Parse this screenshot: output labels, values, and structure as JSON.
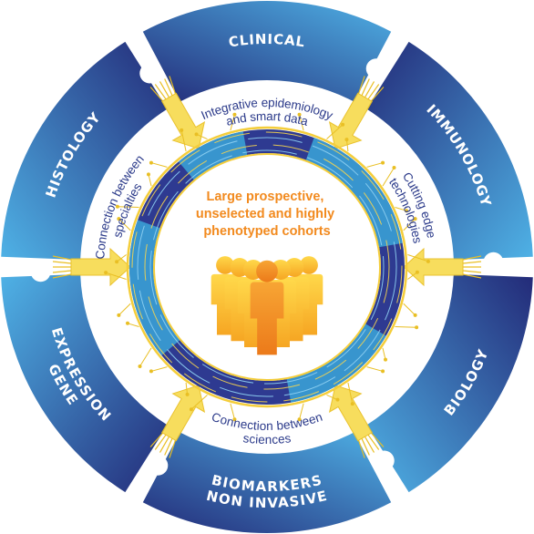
{
  "center": {
    "title_lines": [
      "Large prospective,",
      "unselected and highly",
      "phenotyped cohorts"
    ]
  },
  "segments": [
    {
      "label_lines": [
        "CLINICAL"
      ]
    },
    {
      "label_lines": [
        "IMMUNOLOGY"
      ]
    },
    {
      "label_lines": [
        "BIOLOGY"
      ]
    },
    {
      "label_lines": [
        "NON INVASIVE",
        "BIOMARKERS"
      ]
    },
    {
      "label_lines": [
        "GENE",
        "EXPRESSION"
      ]
    },
    {
      "label_lines": [
        "HISTOLOGY"
      ]
    }
  ],
  "ring_labels": [
    {
      "lines": [
        "Integrative epidemiology",
        "and smart data"
      ]
    },
    {
      "lines": [
        "Cutting edge",
        "technologies"
      ]
    },
    {
      "lines": [
        "Connection between",
        "sciences"
      ]
    },
    {
      "lines": [
        "Connection between",
        "specialties"
      ]
    }
  ],
  "colors": {
    "segment_dark": "#232a78",
    "segment_light": "#4fb2e6",
    "arrow": "#f7dc55",
    "arrow_stroke": "#e9bf24",
    "ring_dark": "#2e3a91",
    "ring_light": "#3aa6d8",
    "glow": "#ffe46b",
    "center_text": "#f28a1e",
    "ring_text": "#2b3a8a"
  }
}
